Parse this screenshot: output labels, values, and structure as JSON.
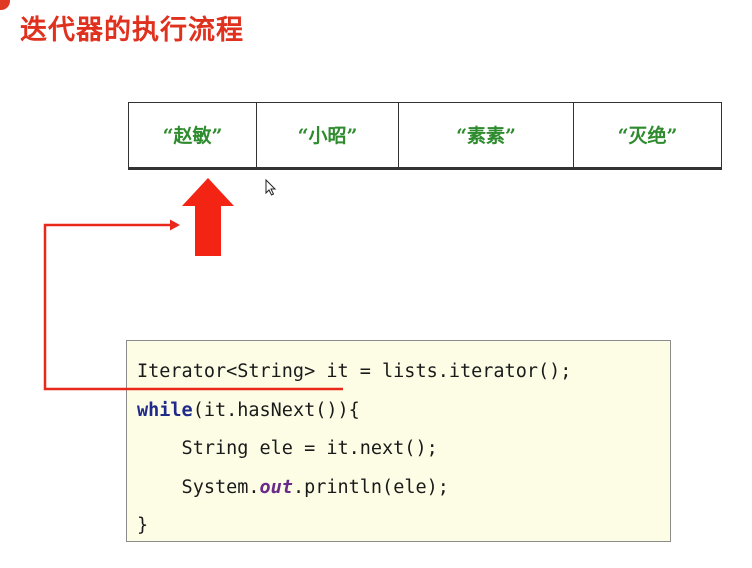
{
  "title": "迭代器的执行流程",
  "list": {
    "items": [
      "“赵敏”",
      "“小昭”",
      "“素素”",
      "“灭绝”"
    ]
  },
  "code": {
    "line1": "Iterator<String> it = lists.iterator();",
    "line2_keyword": "while",
    "line2_rest": "(it.hasNext()){",
    "line3": "    String ele = it.next();",
    "line4_pre": "    System.",
    "line4_field": "out",
    "line4_post": ".println(ele);",
    "line5": "}"
  },
  "colors": {
    "title": "#e0301e",
    "item_text": "#2e8b2e",
    "pointer_arrow": "#f42414",
    "connector_line": "#e8281a",
    "code_background": "#fdfde6",
    "keyword": "#1f2a8a",
    "static_field": "#6a2a8a",
    "corner_dot": "#e03a24"
  },
  "icons": {
    "pointer": "up-arrow-icon",
    "cursor": "mouse-cursor-icon"
  }
}
